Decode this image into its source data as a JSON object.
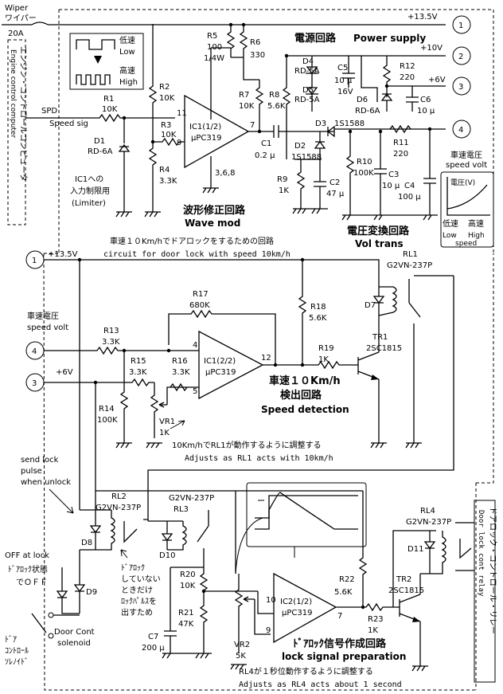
{
  "top": {
    "wiper": "Wiper",
    "wiper_jp": "ワイパー",
    "fuse": "20A",
    "v135": "+13.5V",
    "v10": "+10V",
    "v6": "+6V",
    "n1": "1",
    "n2": "2",
    "n3": "3",
    "n4": "4"
  },
  "ecu": {
    "jp": "エンジン・コントロールコンピュータ",
    "en": "Engine control computer"
  },
  "wave_legend": {
    "low_jp": "低速",
    "low": "Low",
    "high_jp": "高速",
    "high": "High"
  },
  "input": {
    "spd": "SPD",
    "speed_sig": "Speed sig",
    "r1": "R1",
    "r1v": "10K",
    "d1": "D1",
    "d1v": "RD-6A",
    "ic1note": "IC1への",
    "ic1note2": "入力制限用",
    "limiter": "(Limiter)"
  },
  "wave": {
    "r2": "R2",
    "r2v": "10K",
    "r3": "R3",
    "r3v": "10K",
    "r4": "R4",
    "r4v": "3.3K",
    "ic1": "IC1(1/2)",
    "ic1t": "μPC319",
    "p11": "11",
    "p7": "7",
    "p9": "9",
    "p368": "3,6,8",
    "r5": "R5",
    "r5v": "100",
    "r5w": "1/4W",
    "r6": "R6",
    "r6v": "330",
    "r7": "R7",
    "r7v": "10K",
    "r8": "R8",
    "r8v": "5.6K",
    "c1": "C1",
    "c1v": "0.2 μ",
    "title_jp": "波形修正回路",
    "title_en": "Wave mod"
  },
  "power": {
    "title_jp": "電源回路",
    "title_en": "Power supply",
    "d4": "D4",
    "d4v": "RD-5A",
    "d5": "D5",
    "d5v": "RD-5A",
    "c5": "C5",
    "c5v": "10 μ",
    "c5w": "16V",
    "d6": "D6",
    "d6v": "RD-6A",
    "r12": "R12",
    "r12v": "220",
    "c6": "C6",
    "c6v": "10 μ"
  },
  "volt": {
    "d3": "D3",
    "d3v": "1S1588",
    "d2": "D2",
    "d2v": "1S1588",
    "r9": "R9",
    "r9v": "1K",
    "c2": "C2",
    "c2v": "47 μ",
    "r10": "R10",
    "r10v": "100K",
    "c3": "C3",
    "c3v": "10 μ",
    "r11": "R11",
    "r11v": "220",
    "c4": "C4",
    "c4v": "100 μ",
    "title_jp": "電圧変換回路",
    "title_en": "Vol trans",
    "speed_volt_jp": "車速電圧",
    "speed_volt": "speed volt",
    "graph_y": "電圧(V)",
    "graph_low_jp": "低速",
    "graph_high_jp": "高速",
    "graph_low": "Low",
    "graph_high": "High",
    "graph_speed": "speed"
  },
  "detect": {
    "head_jp": "車速１０Km/hでドアロックをするための回路",
    "head_en": "circuit for door lock with speed 10km/h",
    "v135": "+13.5V",
    "rl1": "RL1",
    "rl1v": "G2VN-237P",
    "d7": "D7",
    "r17": "R17",
    "r17v": "680K",
    "r18": "R18",
    "r18v": "5.6K",
    "speed_volt_jp": "車速電圧",
    "speed_volt": "speed volt",
    "r13": "R13",
    "r13v": "3.3K",
    "ic1": "IC1(2/2)",
    "ic1t": "μPC319",
    "p4": "4",
    "p5": "5",
    "p12": "12",
    "r19": "R19",
    "r19v": "1K",
    "tr1": "TR1",
    "tr1v": "2SC1815",
    "v6": "+6V",
    "r15": "R15",
    "r15v": "3.3K",
    "r16": "R16",
    "r16v": "3.3K",
    "r14": "R14",
    "r14v": "100K",
    "vr1": "VR1",
    "vr1v": "1K",
    "title_jp": "車速１０Km/h",
    "title_jp2": "検出回路",
    "title_en": "Speed detection",
    "adj_jp": "10Km/hでRL1が動作するように調整する",
    "adj_en": "Adjusts as RL1 acts with 10km/h"
  },
  "lock": {
    "send1": "send lock",
    "send2": "pulse",
    "send3": "when unlock",
    "rl2": "RL2",
    "rl2v": "G2VN-237P",
    "rl3": "RL3",
    "rl3v": "G2VN-237P",
    "d8": "D8",
    "d9": "D9",
    "d10": "D10",
    "note1": "ﾄﾞｱﾛｯｸ",
    "note2": "していない",
    "note3": "ときだけ",
    "note4": "ﾛｯｸﾊﾟﾙｽを",
    "note5": "出すため",
    "off_at_lock": "OFF at lock",
    "state_jp1": "ﾄﾞｱﾛｯｸ状態",
    "state_jp2": "でＯＦＦ",
    "sol_jp1": "ﾄﾞｱ",
    "sol_jp2": "ｺﾝﾄﾛｰﾙ",
    "sol_jp3": "ｿﾚﾉｲﾄﾞ",
    "door_cont": "Door Cont",
    "solenoid": "solenoid",
    "r20": "R20",
    "r20v": "10K",
    "r21": "R21",
    "r21v": "47K",
    "c7": "C7",
    "c7v": "200 μ",
    "vr2": "VR2",
    "vr2v": "5K",
    "ic2": "IC2(1/2)",
    "ic2t": "μPC319",
    "p10": "10",
    "p9": "9",
    "p7": "7",
    "r22": "R22",
    "r22v": "5.6K",
    "r23": "R23",
    "r23v": "1K",
    "tr2": "TR2",
    "tr2v": "2SC1815",
    "rl4": "RL4",
    "rl4v": "G2VN-237P",
    "d11": "D11",
    "title_jp": "ﾄﾞｱﾛｯｸ信号作成回路",
    "title_en": "lock signal preparation",
    "adj_jp": "RL4が１秒位動作するように調整する",
    "adj_en": "Adjusts as RL4 acts about 1 second"
  },
  "dlc": {
    "jp": "ドアロック・コントロール・リレー",
    "en": "Door lock cont relay"
  }
}
